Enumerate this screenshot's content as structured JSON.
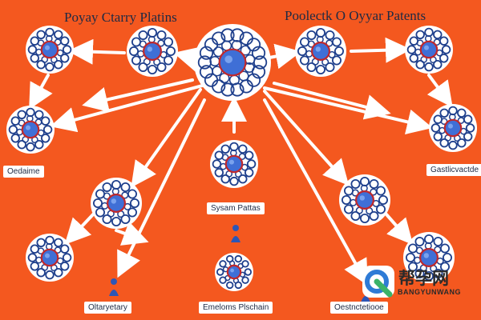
{
  "colors": {
    "background": "#f4581f",
    "cell_outline": "#1e3f8c",
    "nucleus": "#3f6fd6",
    "nucleus_ring": "#c0282b",
    "arrow": "#ffffff",
    "figure": "#2d56b6"
  },
  "titles": {
    "left": "Poyay Ctarry Platins",
    "right": "Poolectk O Oyyar Patents"
  },
  "labels": {
    "oedema": "Oedaime",
    "gastric": "Gastlicvactde",
    "systemic": "Sysam Pattas",
    "ovary": "Oltaryetary",
    "emotional": "Emeloms Plschain",
    "obstruction": "Oestnctetiooe"
  },
  "watermark": {
    "title": "帮孕网",
    "subtitle": "BANGYUNWANG"
  },
  "icons": [
    "cell-icon",
    "human-figure-icon",
    "watermark-logo-icon"
  ]
}
